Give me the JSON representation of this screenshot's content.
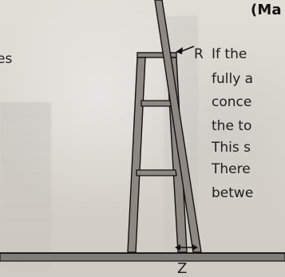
{
  "left_text": "es",
  "header": {
    "title": "(Ma"
  },
  "diagram": {
    "point_label": "R",
    "distance_label": "Z"
  },
  "body": {
    "lines": [
      "If the",
      "fully a",
      "conce",
      "the to",
      "This s",
      "There",
      "betwe"
    ]
  },
  "colors": {
    "background": "#d9d6cf",
    "frame": "#111111",
    "fill": "#8d8882",
    "floor": "#7f7d78"
  }
}
